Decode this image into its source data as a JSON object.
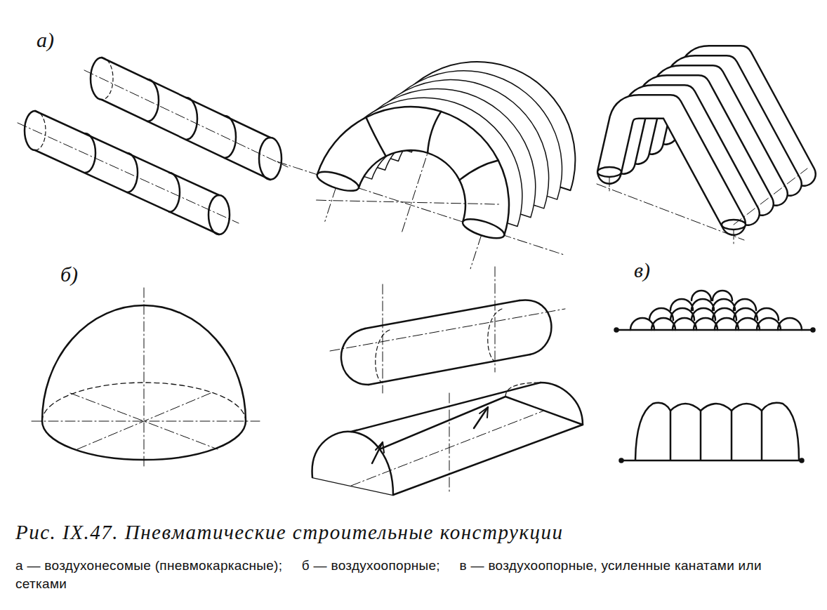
{
  "diagram": {
    "caption": "Рис. IX.47. Пневматические строительные конструкции",
    "labels": [
      "а)",
      "б)",
      "в)",
      "а — воздухонесомые (пневмокаркасные);",
      "б — воздухоопорные;",
      "в — воздухоопорные, усиленные канатами или сетками"
    ]
  }
}
